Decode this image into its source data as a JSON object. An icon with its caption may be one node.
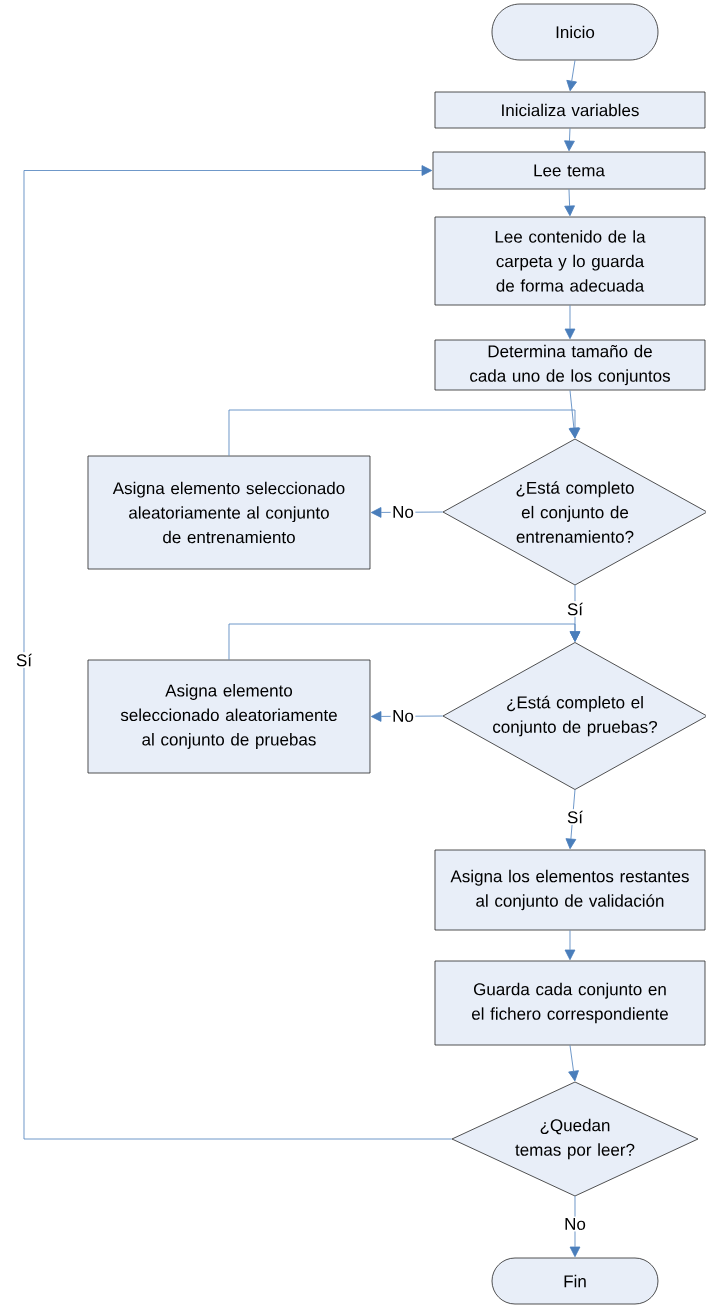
{
  "diagram": {
    "nodes": [
      {
        "text": [
          "Inicio"
        ]
      },
      {
        "text": [
          "Inicializa variables"
        ]
      },
      {
        "text": [
          "Lee tema"
        ]
      },
      {
        "text": [
          "Lee contenido de la carpeta y lo guarda de forma adecuada"
        ]
      },
      {
        "text": [
          "Determina tamaño de cada uno de los conjuntos"
        ]
      },
      {
        "text": [
          "¿Está completo el conjunto de entrenamiento?"
        ]
      },
      {
        "text": [
          "Asigna elemento seleccionado aleatoriamente al conjunto de entrenamiento"
        ]
      },
      {
        "text": [
          "¿Está completo el conjunto de pruebas?"
        ]
      },
      {
        "text": [
          "Asigna elemento seleccionado aleatoriamente al conjunto de pruebas"
        ]
      },
      {
        "text": [
          "Asigna los elementos restantes al conjunto de validación"
        ]
      },
      {
        "text": [
          "Guarda cada conjunto en el fichero correspondiente"
        ]
      },
      {
        "text": [
          "¿Quedan temas por leer?"
        ]
      },
      {
        "text": [
          "Fin"
        ]
      }
    ],
    "edges": [
      {
        "from": 0,
        "to": 1,
        "arrow": "to"
      },
      {
        "from": 1,
        "to": 2,
        "arrow": "to"
      },
      {
        "from": 2,
        "to": 3,
        "arrow": "to"
      },
      {
        "from": 3,
        "to": 4,
        "arrow": "to"
      },
      {
        "from": 4,
        "to": 5,
        "arrow": "to"
      },
      {
        "from": 5,
        "to": 6,
        "arrow": "to",
        "label": "No"
      },
      {
        "from": 6,
        "to": 5,
        "arrow": "to"
      },
      {
        "from": 5,
        "to": 7,
        "arrow": "to",
        "label": "Sí"
      },
      {
        "from": 7,
        "to": 8,
        "arrow": "to",
        "label": "No"
      },
      {
        "from": 8,
        "to": 7,
        "arrow": "to"
      },
      {
        "from": 7,
        "to": 9,
        "arrow": "to",
        "label": "Sí"
      },
      {
        "from": 9,
        "to": 10,
        "arrow": "to"
      },
      {
        "from": 10,
        "to": 11,
        "arrow": "to"
      },
      {
        "from": 11,
        "to": 2,
        "arrow": "to",
        "label": "Sí"
      },
      {
        "from": 11,
        "to": 12,
        "arrow": "to",
        "label": "No"
      }
    ]
  }
}
